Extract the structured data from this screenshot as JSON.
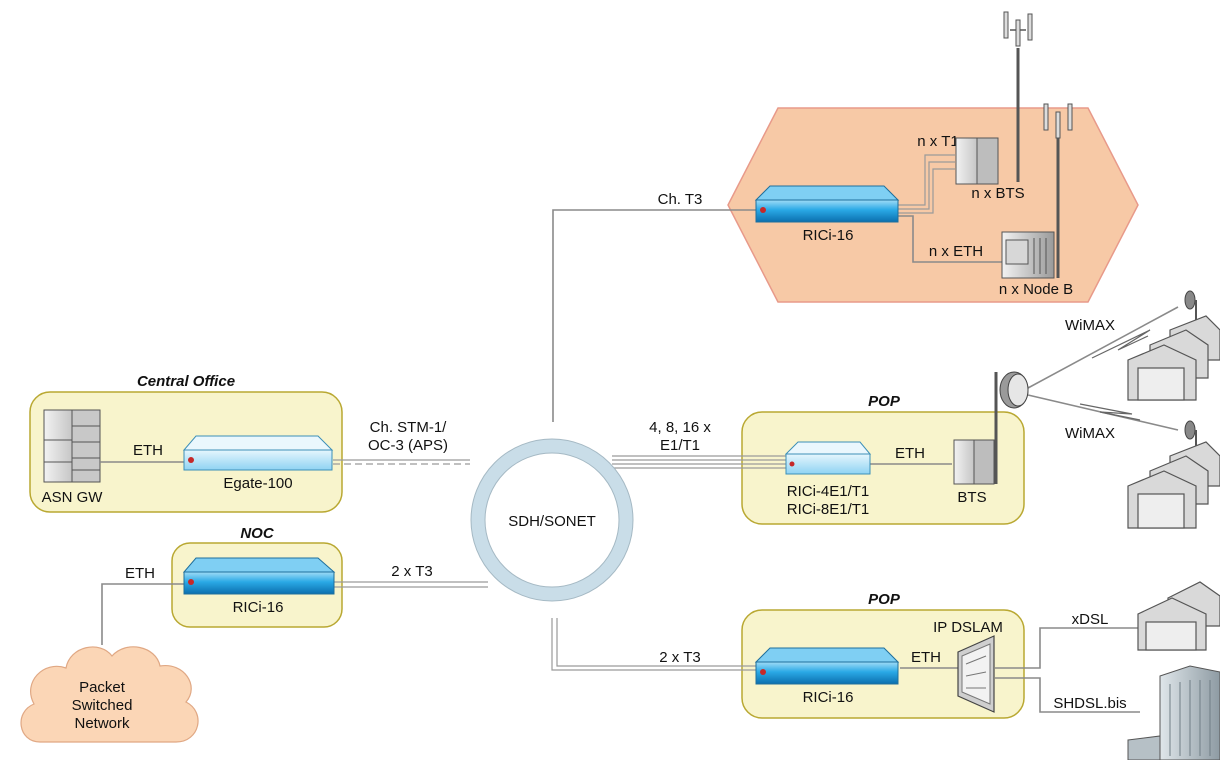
{
  "colors": {
    "site_fill": "#f8f4cc",
    "site_stroke": "#b9a832",
    "cell_site_fill": "#f7c9a6",
    "cell_site_stroke": "#e89a8a",
    "device_blue": "#1aa0e0",
    "device_light": "#8fd3f3",
    "ring": "#cfe3ee",
    "cloud": "#fbd6b6"
  },
  "ring": {
    "label": "SDH/SONET"
  },
  "central_office": {
    "title": "Central Office",
    "server_label": "ASN GW",
    "link_label": "ETH",
    "device_label": "Egate-100",
    "uplink_label_1": "Ch. STM-1/",
    "uplink_label_2": "OC-3 (APS)"
  },
  "noc": {
    "title": "NOC",
    "device_label": "RICi-16",
    "eth_label": "ETH",
    "uplink_label": "2 x T3"
  },
  "cloud": {
    "line1": "Packet",
    "line2": "Switched",
    "line3": "Network"
  },
  "cell_site": {
    "uplink_label": "Ch. T3",
    "device_label": "RICi-16",
    "t1_label": "n x T1",
    "bts_label": "n x BTS",
    "eth_label": "n x ETH",
    "nodeb_label": "n x Node B"
  },
  "pop_wimax": {
    "title": "POP",
    "uplink_label_1": "4, 8, 16 x",
    "uplink_label_2": "E1/T1",
    "eth_label": "ETH",
    "device_label_1": "RICi-4E1/T1",
    "device_label_2": "RICi-8E1/T1",
    "bts_label": "BTS",
    "wimax_label_1": "WiMAX",
    "wimax_label_2": "WiMAX"
  },
  "pop_dsl": {
    "title": "POP",
    "uplink_label": "2 x T3",
    "device_label": "RICi-16",
    "eth_label": "ETH",
    "dslam_label": "IP DSLAM",
    "xdsl_label": "xDSL",
    "shdsl_label": "SHDSL.bis"
  }
}
